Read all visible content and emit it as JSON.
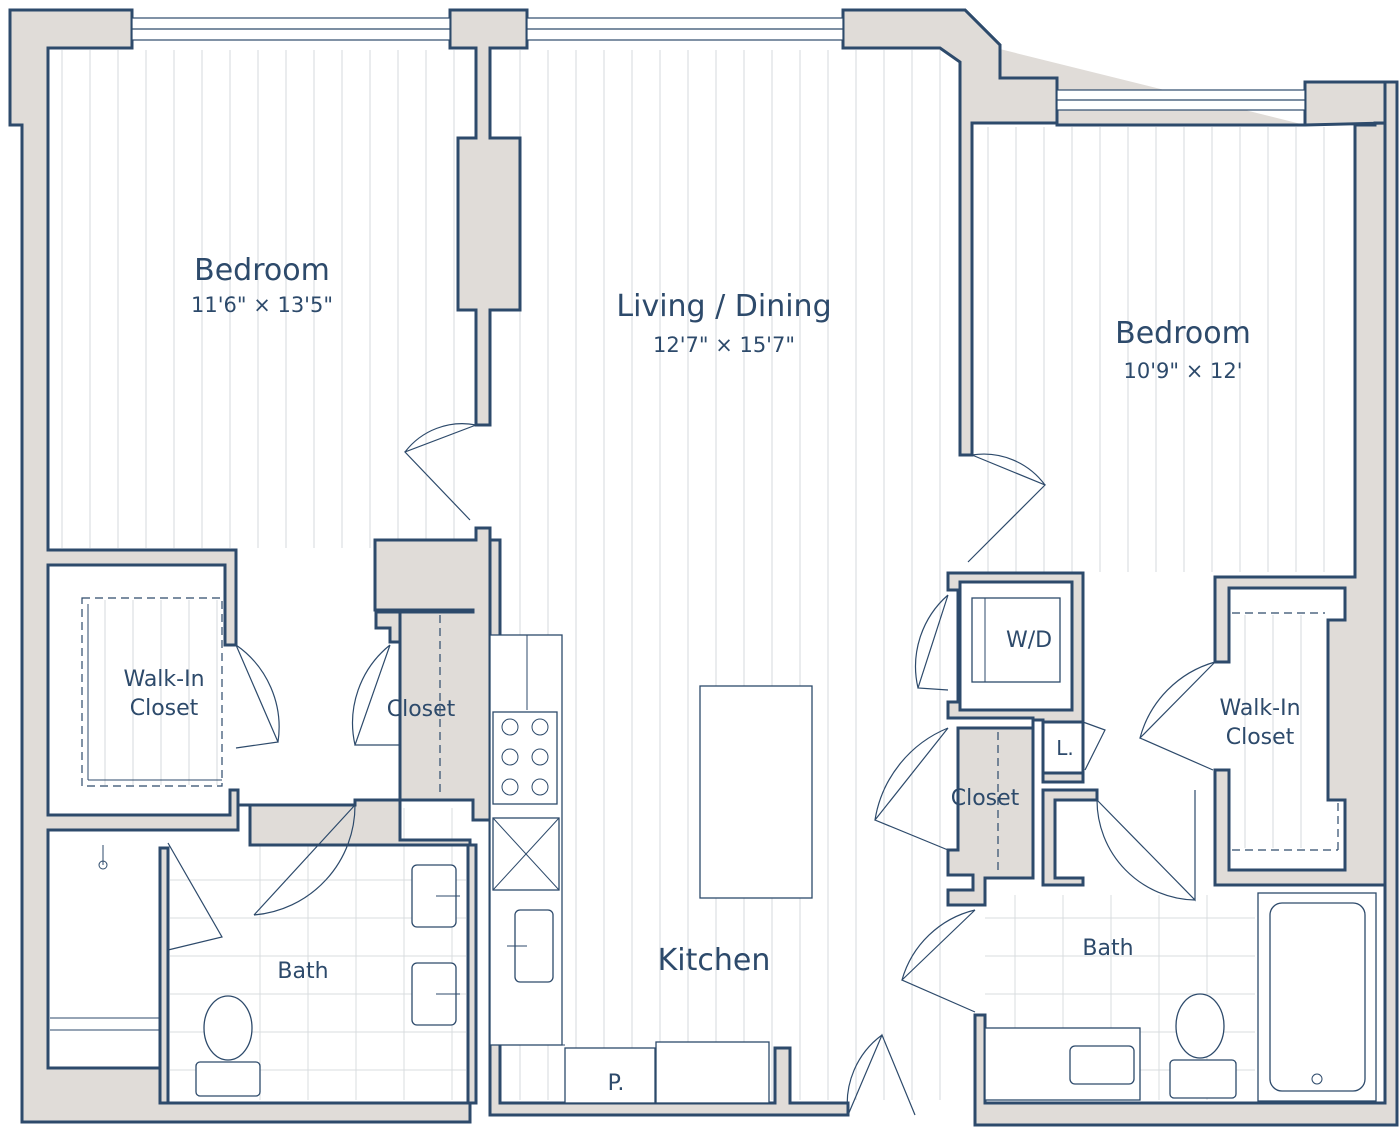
{
  "colors": {
    "wall_fill": "#e0dcd8",
    "wall_outline": "#2d4a6b",
    "label": "#2d4a6b",
    "floor": "#ffffff",
    "floor_lines": "#d4d8dc"
  },
  "rooms": {
    "bedroom_left": {
      "name": "Bedroom",
      "dims": "11'6\" × 13'5\""
    },
    "living_dining": {
      "name": "Living / Dining",
      "dims": "12'7\" × 15'7\""
    },
    "bedroom_right": {
      "name": "Bedroom",
      "dims": "10'9\" × 12'"
    },
    "walkin_left": {
      "line1": "Walk-In",
      "line2": "Closet"
    },
    "walkin_right": {
      "line1": "Walk-In",
      "line2": "Closet"
    },
    "closet_left": {
      "name": "Closet"
    },
    "closet_right": {
      "name": "Closet"
    },
    "washer_dryer": {
      "name": "W/D"
    },
    "linen": {
      "name": "L."
    },
    "kitchen": {
      "name": "Kitchen"
    },
    "pantry": {
      "name": "P."
    },
    "bath_left": {
      "name": "Bath"
    },
    "bath_right": {
      "name": "Bath"
    }
  }
}
